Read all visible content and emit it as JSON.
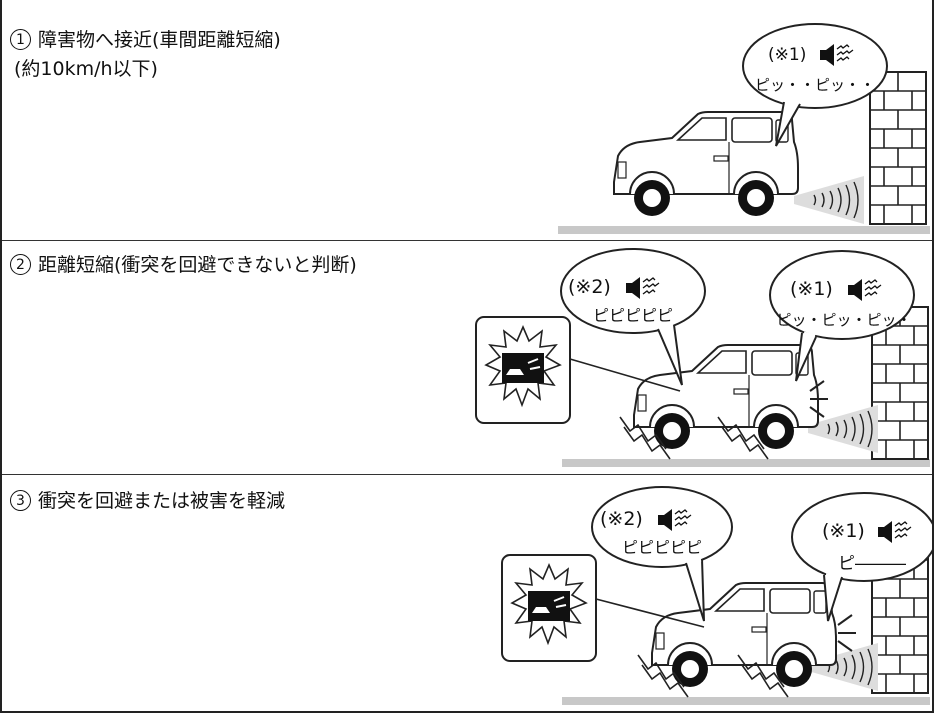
{
  "panels": [
    {
      "number": "1",
      "caption": "障害物へ接近(車間距離短縮)",
      "subcaption": "(約10km/h以下)",
      "bubbles": [
        {
          "label": "(※1)",
          "sound": "ピッ・・ピッ・・"
        }
      ]
    },
    {
      "number": "2",
      "caption": "距離短縮(衝突を回避できないと判断)",
      "bubbles": [
        {
          "label": "(※2)",
          "sound": "ピピピピピ"
        },
        {
          "label": "(※1)",
          "sound": "ピッ・ピッ・ピッ・"
        }
      ]
    },
    {
      "number": "3",
      "caption": "衝突を回避または被害を軽減",
      "bubbles": [
        {
          "label": "(※2)",
          "sound": "ピピピピピ"
        },
        {
          "label": "(※1)",
          "sound": "ピ―――"
        }
      ]
    }
  ]
}
